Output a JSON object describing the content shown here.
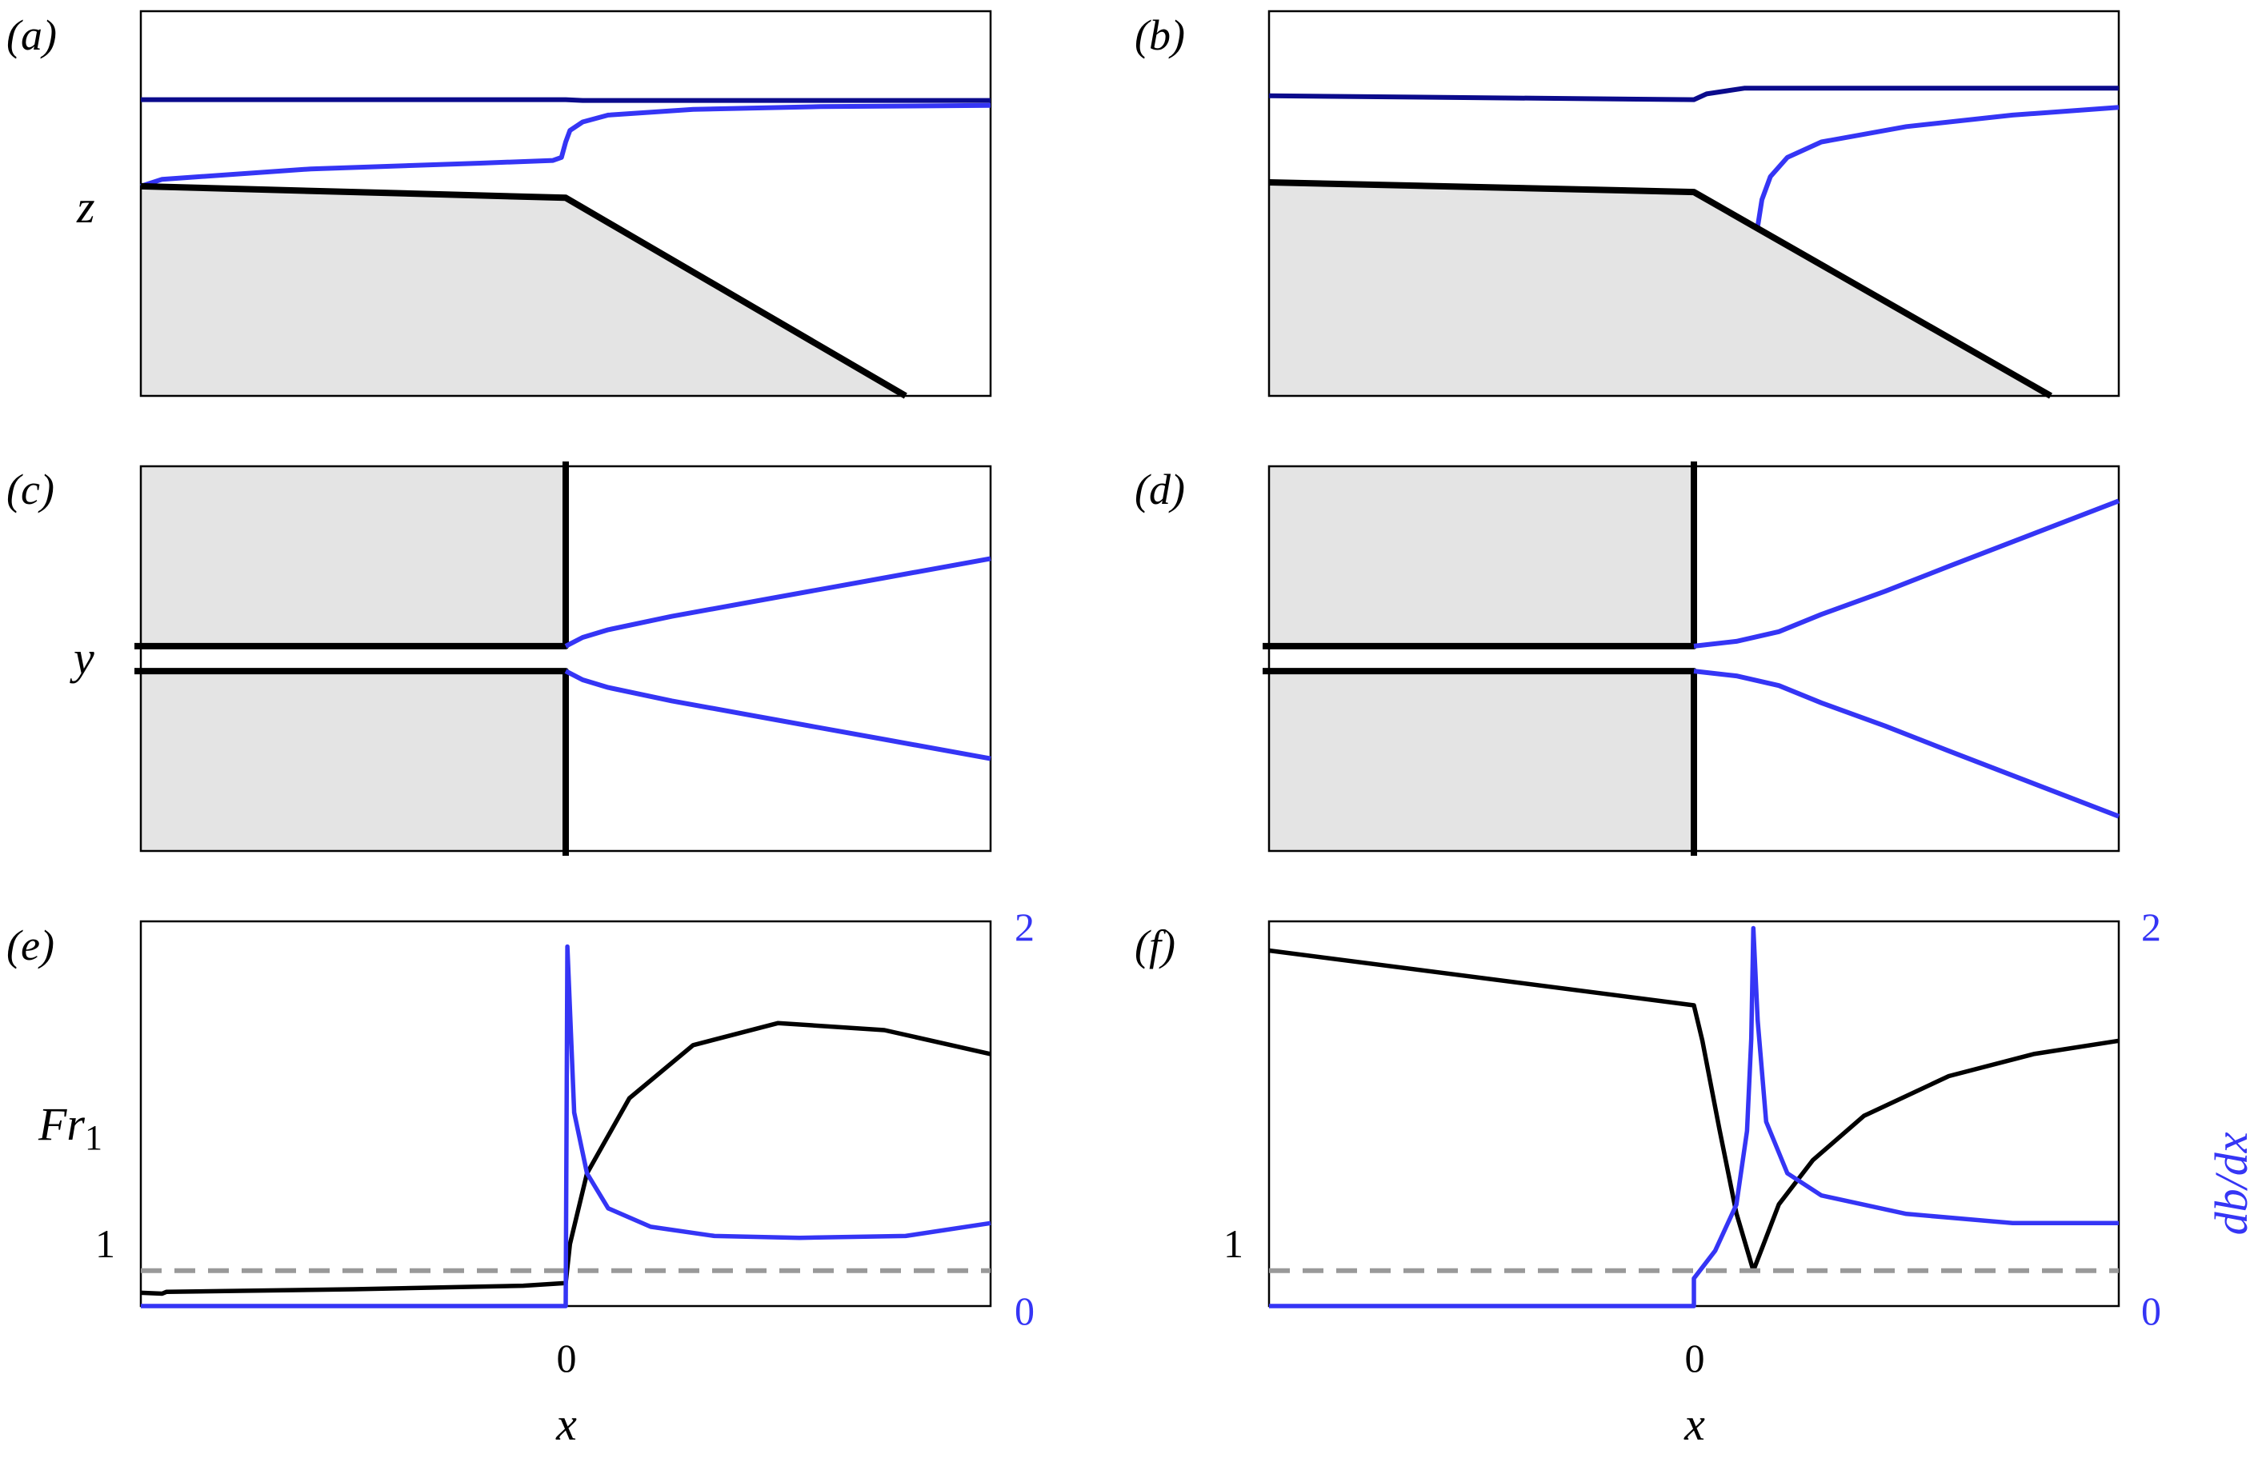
{
  "figure": {
    "panels": [
      {
        "id": "a",
        "label": "(a)"
      },
      {
        "id": "b",
        "label": "(b)"
      },
      {
        "id": "c",
        "label": "(c)"
      },
      {
        "id": "d",
        "label": "(d)"
      },
      {
        "id": "e",
        "label": "(e)"
      },
      {
        "id": "f",
        "label": "(f)"
      }
    ],
    "ylabels": {
      "z": "z",
      "y": "y",
      "fr": "Fr",
      "fr_sub": "1",
      "db": "db/dx"
    },
    "xlabel": "x",
    "ticks": {
      "x_zero": "0",
      "fr_one": "1",
      "db_top": "2",
      "db_bottom": "0"
    },
    "colors": {
      "black": "#000000",
      "blue": "#3535f5",
      "navy": "#0b0b8c",
      "ground": "#e4e4e4",
      "dashed": "#999999"
    }
  },
  "chart_data": [
    {
      "panel": "a",
      "type": "line",
      "xlabel": "",
      "ylabel": "z",
      "x_range": [
        -1,
        1
      ],
      "y_range": [
        0,
        1
      ],
      "ticks": "none",
      "series": [
        {
          "role": "upper interface",
          "color": "navy",
          "points": [
            [
              -1,
              0.77
            ],
            [
              0,
              0.77
            ],
            [
              0.04,
              0.768
            ],
            [
              1,
              0.768
            ]
          ]
        },
        {
          "role": "lower layer surface",
          "color": "blue",
          "points": [
            [
              -1,
              0.545
            ],
            [
              -0.95,
              0.563
            ],
            [
              -0.6,
              0.59
            ],
            [
              -0.2,
              0.605
            ],
            [
              -0.03,
              0.612
            ],
            [
              -0.01,
              0.62
            ],
            [
              0,
              0.66
            ],
            [
              0.01,
              0.69
            ],
            [
              0.04,
              0.712
            ],
            [
              0.1,
              0.73
            ],
            [
              0.3,
              0.745
            ],
            [
              0.6,
              0.752
            ],
            [
              1,
              0.755
            ]
          ]
        },
        {
          "role": "topography",
          "color": "black",
          "points": [
            [
              -1,
              0.545
            ],
            [
              0,
              0.515
            ],
            [
              0.8,
              0.0
            ]
          ]
        }
      ]
    },
    {
      "panel": "b",
      "type": "line",
      "xlabel": "",
      "ylabel": "",
      "x_range": [
        -1,
        1
      ],
      "y_range": [
        0,
        1
      ],
      "ticks": "none",
      "series": [
        {
          "role": "upper interface",
          "color": "navy",
          "points": [
            [
              -1,
              0.78
            ],
            [
              0,
              0.77
            ],
            [
              0.03,
              0.785
            ],
            [
              0.12,
              0.8
            ],
            [
              1,
              0.8
            ]
          ]
        },
        {
          "role": "lower layer surface",
          "color": "blue",
          "points": [
            [
              0.15,
              0.44
            ],
            [
              0.16,
              0.51
            ],
            [
              0.18,
              0.57
            ],
            [
              0.22,
              0.62
            ],
            [
              0.3,
              0.66
            ],
            [
              0.5,
              0.7
            ],
            [
              0.75,
              0.73
            ],
            [
              1,
              0.75
            ]
          ]
        },
        {
          "role": "topography",
          "color": "black",
          "points": [
            [
              -1,
              0.555
            ],
            [
              0,
              0.53
            ],
            [
              0.84,
              0.0
            ]
          ]
        }
      ]
    },
    {
      "panel": "c",
      "type": "line",
      "xlabel": "",
      "ylabel": "y",
      "x_range": [
        -1,
        1
      ],
      "y_range": [
        -1,
        1
      ],
      "ticks": "none",
      "series": [
        {
          "role": "channel wall upper",
          "color": "black",
          "points": [
            [
              -1,
              0.065
            ],
            [
              0,
              0.065
            ],
            [
              0,
              1
            ]
          ]
        },
        {
          "role": "channel wall lower",
          "color": "black",
          "points": [
            [
              -1,
              -0.065
            ],
            [
              0,
              -0.065
            ],
            [
              0,
              -1
            ]
          ]
        },
        {
          "role": "plume edge upper",
          "color": "blue",
          "points": [
            [
              0,
              0.065
            ],
            [
              0.04,
              0.11
            ],
            [
              0.1,
              0.15
            ],
            [
              0.25,
              0.22
            ],
            [
              0.5,
              0.32
            ],
            [
              0.75,
              0.42
            ],
            [
              1,
              0.52
            ]
          ]
        },
        {
          "role": "plume edge lower",
          "color": "blue",
          "points": [
            [
              0,
              -0.065
            ],
            [
              0.04,
              -0.11
            ],
            [
              0.1,
              -0.15
            ],
            [
              0.25,
              -0.22
            ],
            [
              0.5,
              -0.32
            ],
            [
              0.75,
              -0.42
            ],
            [
              1,
              -0.52
            ]
          ]
        }
      ]
    },
    {
      "panel": "d",
      "type": "line",
      "xlabel": "",
      "ylabel": "",
      "x_range": [
        -1,
        1
      ],
      "y_range": [
        -1,
        1
      ],
      "ticks": "none",
      "series": [
        {
          "role": "channel wall upper",
          "color": "black",
          "points": [
            [
              -1,
              0.065
            ],
            [
              0,
              0.065
            ],
            [
              0,
              1
            ]
          ]
        },
        {
          "role": "channel wall lower",
          "color": "black",
          "points": [
            [
              -1,
              -0.065
            ],
            [
              0,
              -0.065
            ],
            [
              0,
              -1
            ]
          ]
        },
        {
          "role": "plume edge upper",
          "color": "blue",
          "points": [
            [
              0,
              0.065
            ],
            [
              0.1,
              0.09
            ],
            [
              0.2,
              0.14
            ],
            [
              0.3,
              0.23
            ],
            [
              0.45,
              0.35
            ],
            [
              0.6,
              0.48
            ],
            [
              0.8,
              0.65
            ],
            [
              1,
              0.82
            ]
          ]
        },
        {
          "role": "plume edge lower",
          "color": "blue",
          "points": [
            [
              0,
              -0.065
            ],
            [
              0.1,
              -0.09
            ],
            [
              0.2,
              -0.14
            ],
            [
              0.3,
              -0.23
            ],
            [
              0.45,
              -0.35
            ],
            [
              0.6,
              -0.48
            ],
            [
              0.8,
              -0.65
            ],
            [
              1,
              -0.82
            ]
          ]
        }
      ]
    },
    {
      "panel": "e",
      "type": "line",
      "xlabel": "x",
      "ylabel": "Fr1",
      "ylabel_right": "db/dx",
      "x_range": [
        -1,
        1
      ],
      "x_ticks": [
        "0"
      ],
      "y_ticks": [
        "1"
      ],
      "y2_ticks": [
        "2",
        "0"
      ],
      "series": [
        {
          "role": "Fr1",
          "axis": "left",
          "color": "black",
          "points": [
            [
              -1,
              0.75
            ],
            [
              -0.95,
              0.74
            ],
            [
              -0.94,
              0.76
            ],
            [
              -0.5,
              0.79
            ],
            [
              -0.1,
              0.83
            ],
            [
              0,
              0.86
            ],
            [
              0.01,
              1.3
            ],
            [
              0.05,
              2.1
            ],
            [
              0.15,
              2.95
            ],
            [
              0.3,
              3.55
            ],
            [
              0.5,
              3.8
            ],
            [
              0.75,
              3.72
            ],
            [
              1,
              3.45
            ]
          ]
        },
        {
          "role": "Fr = 1",
          "axis": "left",
          "color": "dashed",
          "dashed": true,
          "points": [
            [
              -1,
              1
            ],
            [
              1,
              1
            ]
          ]
        },
        {
          "role": "db/dx",
          "axis": "right",
          "color": "blue",
          "points": [
            [
              -1,
              0
            ],
            [
              -0.005,
              0
            ],
            [
              0,
              0
            ],
            [
              0.004,
              1.95
            ],
            [
              0.02,
              1.05
            ],
            [
              0.05,
              0.72
            ],
            [
              0.1,
              0.53
            ],
            [
              0.2,
              0.43
            ],
            [
              0.35,
              0.38
            ],
            [
              0.55,
              0.37
            ],
            [
              0.8,
              0.38
            ],
            [
              1,
              0.45
            ]
          ]
        }
      ]
    },
    {
      "panel": "f",
      "type": "line",
      "xlabel": "x",
      "ylabel": "",
      "ylabel_right": "db/dx",
      "x_range": [
        -1,
        1
      ],
      "x_ticks": [
        "0"
      ],
      "y_ticks": [
        "1"
      ],
      "y2_ticks": [
        "2",
        "0"
      ],
      "series": [
        {
          "role": "Fr1",
          "axis": "left",
          "color": "black",
          "points": [
            [
              -1,
              4.62
            ],
            [
              0,
              4.0
            ],
            [
              0.02,
              3.6
            ],
            [
              0.06,
              2.6
            ],
            [
              0.1,
              1.65
            ],
            [
              0.14,
              1.0
            ],
            [
              0.16,
              1.25
            ],
            [
              0.2,
              1.75
            ],
            [
              0.28,
              2.25
            ],
            [
              0.4,
              2.75
            ],
            [
              0.6,
              3.2
            ],
            [
              0.8,
              3.45
            ],
            [
              1,
              3.6
            ]
          ]
        },
        {
          "role": "Fr = 1",
          "axis": "left",
          "color": "dashed",
          "dashed": true,
          "points": [
            [
              -1,
              1
            ],
            [
              1,
              1
            ]
          ]
        },
        {
          "role": "db/dx",
          "axis": "right",
          "color": "blue",
          "points": [
            [
              -1,
              0
            ],
            [
              0,
              0
            ],
            [
              0.0,
              0.15
            ],
            [
              0.05,
              0.3
            ],
            [
              0.1,
              0.55
            ],
            [
              0.125,
              0.95
            ],
            [
              0.135,
              1.45
            ],
            [
              0.14,
              2.05
            ],
            [
              0.15,
              1.55
            ],
            [
              0.17,
              1.0
            ],
            [
              0.22,
              0.72
            ],
            [
              0.3,
              0.6
            ],
            [
              0.5,
              0.5
            ],
            [
              0.75,
              0.45
            ],
            [
              1,
              0.45
            ]
          ]
        }
      ]
    }
  ]
}
